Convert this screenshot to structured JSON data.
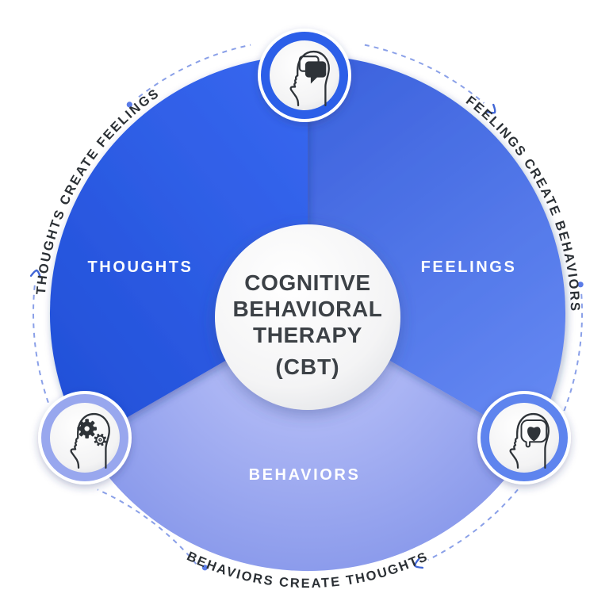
{
  "diagram": {
    "center": {
      "title_line1": "COGNITIVE",
      "title_line2": "BEHAVIORAL",
      "title_line3": "THERAPY",
      "subtitle": "(CBT)"
    },
    "segments": {
      "thoughts": {
        "label": "THOUGHTS"
      },
      "feelings": {
        "label": "FEELINGS"
      },
      "behaviors": {
        "label": "BEHAVIORS"
      }
    },
    "flow_labels": {
      "thoughts_create_feelings": "THOUGHTS CREATE FEELINGS",
      "feelings_create_behaviors": "FEELINGS CREATE BEHAVIORS",
      "behaviors_create_thoughts": "BEHAVIORS CREATE THOUGHTS"
    },
    "icons": {
      "top": "head-with-speech-bubble-icon",
      "bottom_right": "head-with-heart-icon",
      "bottom_left": "head-with-gears-icon"
    },
    "colors": {
      "background": "#ffffff",
      "thoughts_light": "#3666ee",
      "thoughts_dark": "#2250d8",
      "feelings_top": "#3e64de",
      "feelings_bottom": "#6488f2",
      "behaviors_inner": "#b2bbf6",
      "behaviors_outer": "#8a9aeb",
      "ring_thoughts": "#2c5fe8",
      "ring_feelings": "#5e84ee",
      "ring_behaviors": "#98a7ee",
      "dash": "#8aa0e8",
      "arrow": "#4066d6",
      "dot": "#5b7ce8",
      "curved_text": "#2b3035",
      "center_text": "#3c4146",
      "segment_label": "#ffffff",
      "icon_line": "#2e3338"
    }
  }
}
